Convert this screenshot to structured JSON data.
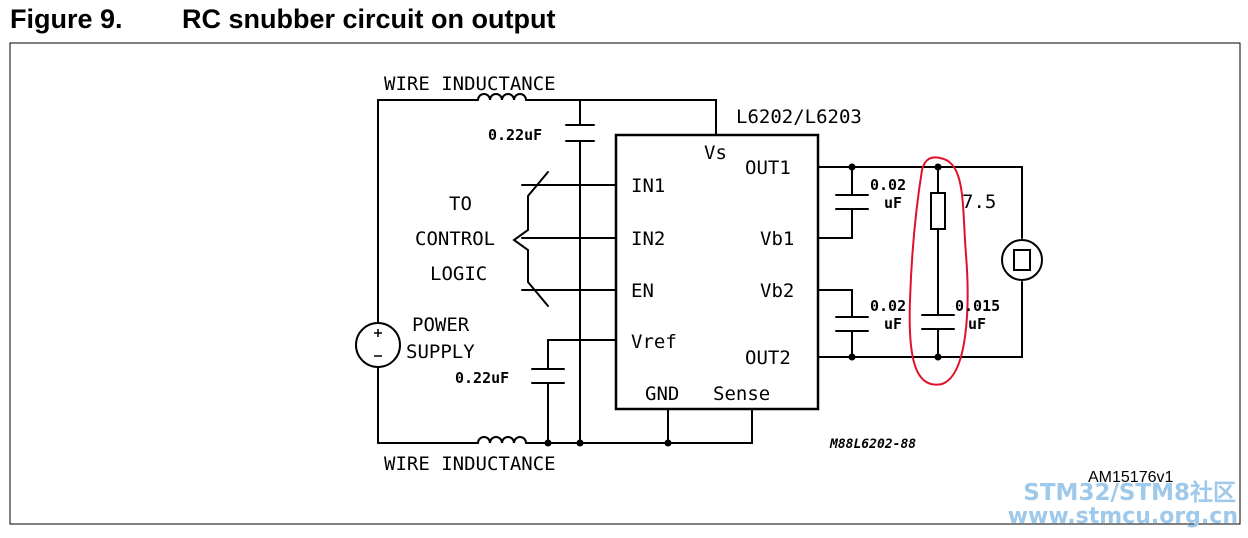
{
  "figure": {
    "number": "Figure 9.",
    "title": "RC snubber circuit on output"
  },
  "diagram": {
    "labels": {
      "wire_inductance_top": "WIRE INDUCTANCE",
      "wire_inductance_bottom": "WIRE INDUCTANCE",
      "cap_supply": "0.22uF",
      "cap_vref": "0.22uF",
      "chip_name": "L6202/L6203",
      "control_1": "TO",
      "control_2": "CONTROL",
      "control_3": "LOGIC",
      "power_1": "POWER",
      "power_2": "SUPPLY",
      "cap_out1_value": "0.02",
      "cap_out1_unit": "uF",
      "cap_out2_value": "0.02",
      "cap_out2_unit": "uF",
      "resistor_value": "7.5",
      "snub_cap_value": "0.015",
      "snub_cap_unit": "uF",
      "drawing_code": "M88L6202-88",
      "figure_id": "AM15176v1"
    },
    "pins": {
      "vs": "Vs",
      "in1": "IN1",
      "in2": "IN2",
      "en": "EN",
      "vref": "Vref",
      "gnd": "GND",
      "sense": "Sense",
      "out1": "OUT1",
      "vb1": "Vb1",
      "vb2": "Vb2",
      "out2": "OUT2"
    },
    "highlight_color": "#e0102a"
  },
  "watermark": {
    "line1": "STM32/STM8社区",
    "line2": "www.stmcu.org.cn",
    "color": "#9ec9ea"
  }
}
